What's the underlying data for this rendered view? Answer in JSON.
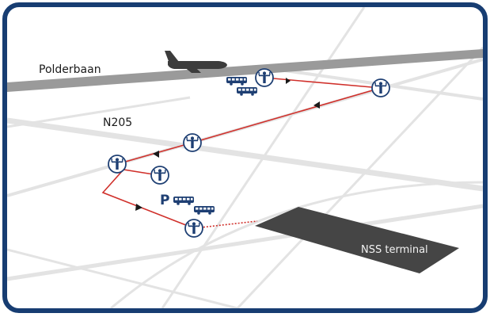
{
  "map": {
    "labels": {
      "runway": "Polderbaan",
      "road": "N205",
      "terminal": "NSS terminal",
      "parking": "P"
    },
    "colors": {
      "frame": "#173d72",
      "route": "#d0302b",
      "marshal": "#1e3f73",
      "runway": "#9a9a9a",
      "roads": "#e3e3e3",
      "terminal": "#454545",
      "aircraft": "#3c3c3c"
    },
    "icons": [
      "marshaller-icon",
      "bus-icon",
      "aircraft-icon",
      "parking-icon"
    ]
  }
}
